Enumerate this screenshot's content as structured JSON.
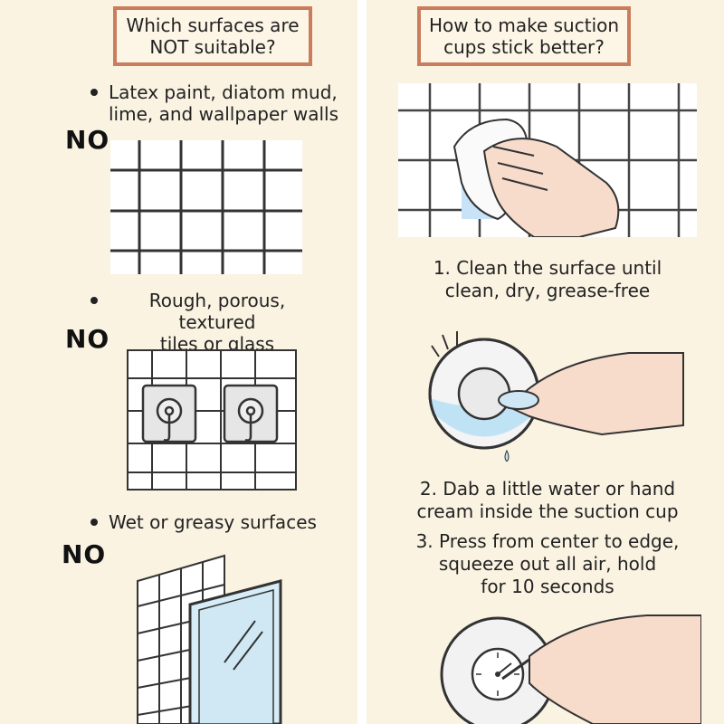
{
  "left": {
    "heading": "Which surfaces are\nNOT suitable?",
    "items": [
      {
        "text": "Latex paint, diatom mud,\nlime, and wallpaper walls",
        "verdict": "NO",
        "illustration": "grid-wall-icon"
      },
      {
        "text": "Rough, porous, textured\ntiles or glass",
        "verdict": "NO",
        "illustration": "tile-hooks-icon"
      },
      {
        "text": "Wet or greasy surfaces",
        "verdict": "NO",
        "illustration": "glass-panel-icon"
      }
    ]
  },
  "right": {
    "heading": "How to make suction\ncups stick better?",
    "steps": [
      {
        "text": "1. Clean the surface until\nclean, dry, grease-free",
        "illustration": "wiping-hand-icon"
      },
      {
        "text": "2. Dab a little water or hand\ncream inside the suction cup",
        "illustration": "suction-cup-water-icon"
      },
      {
        "text": "3. Press from center to edge,\nsqueeze out all air, hold\nfor 10 seconds",
        "illustration": "suction-cup-press-icon"
      }
    ]
  },
  "colors": {
    "background": "#faf3e2",
    "heading_border": "#c97d5d",
    "grout": "#333333",
    "water": "#bfe3f5"
  }
}
